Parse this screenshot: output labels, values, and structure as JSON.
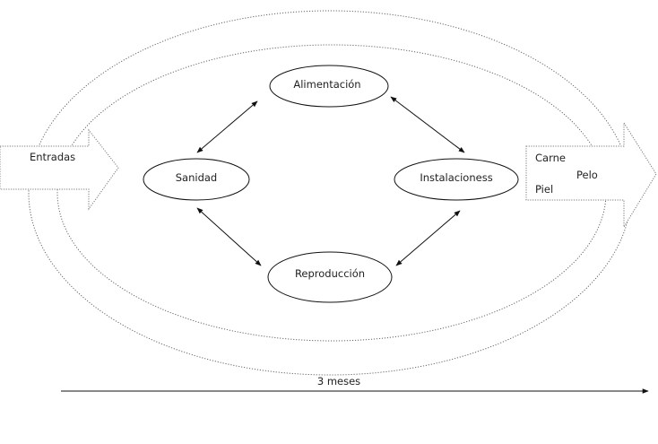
{
  "nodes": {
    "top": "Alimentación",
    "left": "Sanidad",
    "right": "Instalacioness",
    "bottom": "Reproducción"
  },
  "input_arrow": {
    "label": "Entradas"
  },
  "output_arrow": {
    "items": [
      "Carne",
      "Pelo",
      "Piel"
    ]
  },
  "timeline": {
    "label": "3 meses"
  }
}
